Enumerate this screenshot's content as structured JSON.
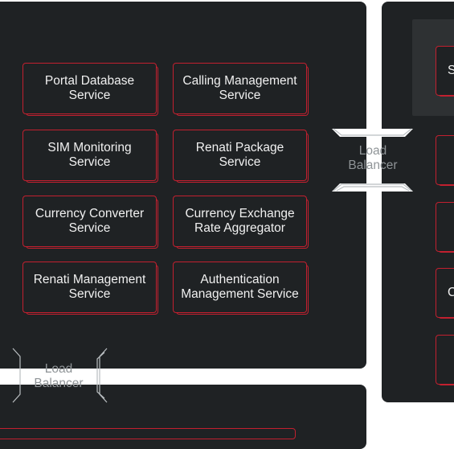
{
  "services": [
    {
      "label": "Portal Database\nService"
    },
    {
      "label": "Calling Management\nService"
    },
    {
      "label": "SIM Monitoring\nService"
    },
    {
      "label": "Renati Package\nService"
    },
    {
      "label": "Currency Converter\nService"
    },
    {
      "label": "Currency Exchange\nRate Aggregator"
    },
    {
      "label": "Renati Management\nService"
    },
    {
      "label": "Authentication\nManagement Service"
    }
  ],
  "load_balancers": {
    "right": {
      "label": "Load\nBalancer"
    },
    "bottom": {
      "label": "Load\nBalancer"
    }
  },
  "right_column": {
    "cards": [
      {
        "label": "S"
      },
      {
        "label": ""
      },
      {
        "label": ""
      },
      {
        "label": "C"
      },
      {
        "label": ""
      }
    ]
  },
  "colors": {
    "panel": "#1f2224",
    "card_border": "#c2202f",
    "text": "#f1f1f1",
    "muted_text": "#8f9497",
    "group_box": "#2e3133"
  }
}
